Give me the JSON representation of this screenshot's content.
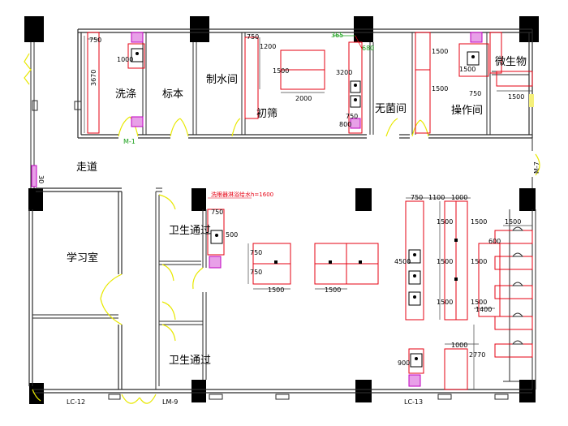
{
  "rooms": {
    "wash": "洗涤",
    "sample": "标本",
    "water": "制水间",
    "preliminary": "初筛",
    "sterile": "无菌间",
    "operation": "操作间",
    "micro": "微生物",
    "corridor": "走道",
    "study": "学习室",
    "hygiene_pass_1": "卫生通过",
    "hygiene_pass_2": "卫生通过"
  },
  "doors": {
    "m1": "M-1",
    "m7": "M-7",
    "lc12": "LC-12",
    "lm9": "LM-9",
    "lc13": "LC-13",
    "left_mark": "30"
  },
  "dimensions": {
    "d750_wash": "750",
    "d1000_wash": "1000",
    "d3670": "3670",
    "d750_pre": "750",
    "d1200": "1200",
    "d1500_pre": "1500",
    "d2000": "2000",
    "d3200": "3200",
    "d800": "800",
    "d750_st": "750",
    "d365": "365",
    "d680": "680",
    "d1500_op1": "1500",
    "d1500_op2": "1500",
    "d1500_sink": "1500",
    "d750_op": "750",
    "d1500_micro": "1500",
    "d750_hyg": "750",
    "d500": "500",
    "d750_t1": "750",
    "d750_t2": "750",
    "d1500_t": "1500",
    "d1500_t2": "1500",
    "d750_r": "750",
    "d1100": "1100",
    "d1000_r": "1000",
    "d4500": "4500",
    "d1500_r1": "1500",
    "d1500_r2": "1500",
    "d1500_r3": "1500",
    "d1500_b1": "1500",
    "d1500_b2": "1500",
    "d1500_b3": "1500",
    "d1500_top": "1500",
    "d600": "600",
    "d1400": "1400",
    "d1000_b": "1000",
    "d2770": "2770",
    "d900": "900"
  },
  "notes": {
    "eyewash": "洗眼器淋浴给水h=1600"
  },
  "colors": {
    "fixture": "#e60012",
    "door": "#e8e800",
    "column": "#000000",
    "marker": "#c000c0"
  }
}
